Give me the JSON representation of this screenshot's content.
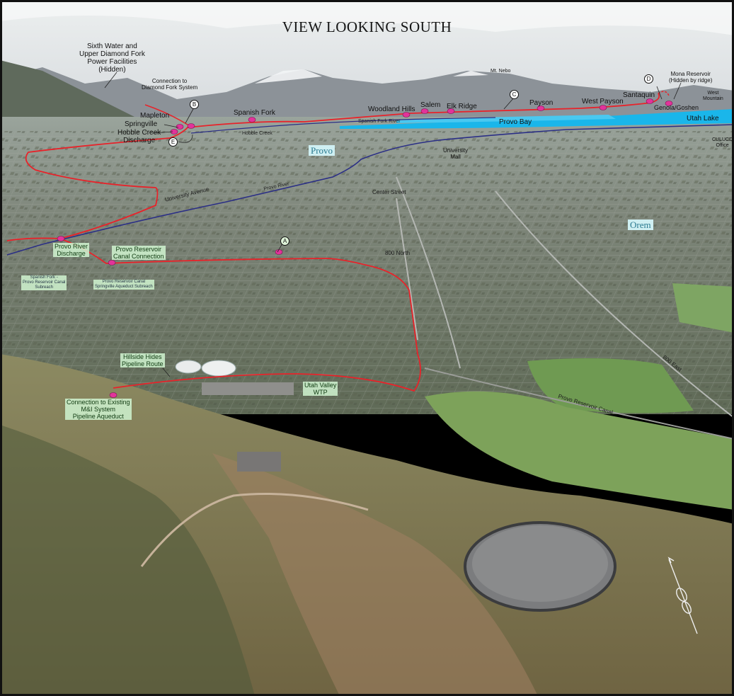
{
  "title": "VIEW LOOKING SOUTH",
  "cities": {
    "provo": "Provo",
    "orem": "Orem"
  },
  "labels": {
    "sixth_water": "Sixth Water and\nUpper Diamond Fork\nPower Facilities\n(Hidden)",
    "connection_diamond": "Connection to\nDiamond Fork System",
    "mt_nebo": "Mt. Nebo",
    "mona": "Mona Reservoir\n(Hidden by ridge)",
    "west_mountain": "West\nMountain",
    "mapleton": "Mapleton",
    "springville": "Springville",
    "hobble_discharge": "Hobble Creek\nDischarge",
    "spanish_fork": "Spanish Fork",
    "woodland_hills": "Woodland Hills",
    "salem": "Salem",
    "elk_ridge": "Elk Ridge",
    "payson": "Payson",
    "west_payson": "West Payson",
    "santaquin": "Santaquin",
    "genola": "Genola/Goshen",
    "utah_lake": "Utah Lake",
    "provo_bay": "Provo Bay",
    "spanish_fork_river": "Spanish Fork River",
    "hobble_creek": "Hobble Creek",
    "culucd": "CULUCD\nOffice",
    "university_mall": "University\nMall",
    "university_avenue": "University Avenue",
    "provo_river": "Provo River",
    "center_street": "Center Street",
    "north_800": "800 North",
    "east_800": "800 East",
    "provo_reservoir_canal": "Provo Reservoir Canal"
  },
  "green_labels": {
    "provo_river_discharge": "Provo River\nDischarge",
    "canal_connection": "Provo Reservoir\nCanal Connection",
    "spanish_fork_subreach": "Spanish Fork -\nProvo Reservoir Canal\nSubreach",
    "canal_aqueduct_subreach": "Provo Reservoir Canal\nSpringville Aqueduct Subreach",
    "hillside_hides": "Hillside Hides\nPipeline Route",
    "utah_valley_wtp": "Utah Valley\nWTP",
    "connection_mi": "Connection to Existing\nM&I System\nPipeline Aqueduct"
  },
  "markers": {
    "a": "A",
    "b": "B",
    "c": "C",
    "d": "D",
    "e": "E"
  },
  "colors": {
    "pipeline": "#e8232a",
    "river": "#2b2f86",
    "lake": "#1ab6ea",
    "node": "#e2339a"
  }
}
